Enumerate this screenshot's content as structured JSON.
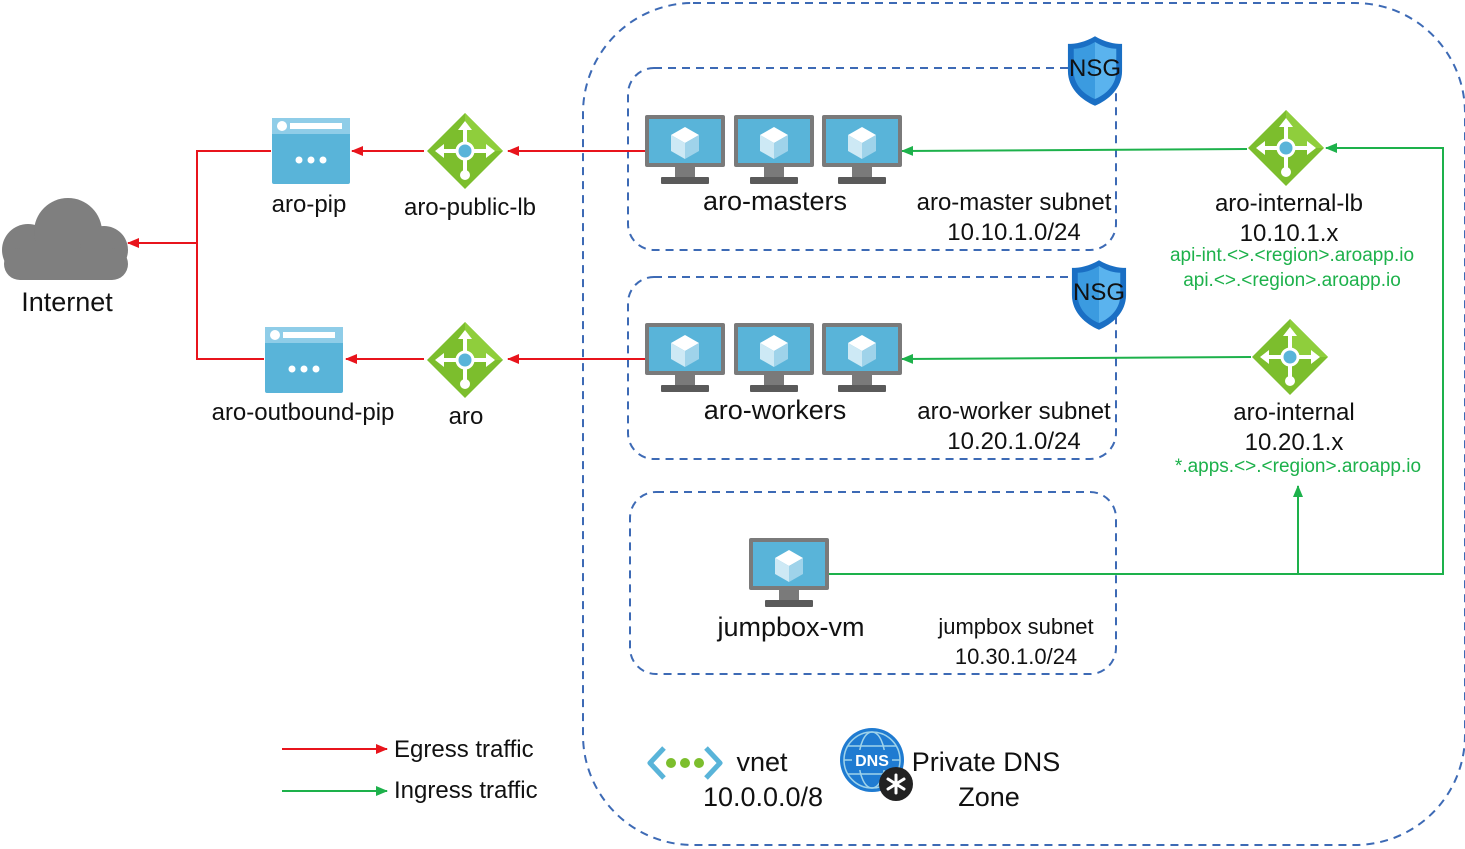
{
  "internet": {
    "label": "Internet"
  },
  "pips": [
    {
      "label": "aro-pip"
    },
    {
      "label": "aro-outbound-pip"
    }
  ],
  "public_lbs": [
    {
      "label": "aro-public-lb"
    },
    {
      "label": "aro"
    }
  ],
  "nsg_label": "NSG",
  "subnets": {
    "master": {
      "pool_label": "aro-masters",
      "name": "aro-master subnet",
      "cidr": "10.10.1.0/24"
    },
    "worker": {
      "pool_label": "aro-workers",
      "name": "aro-worker subnet",
      "cidr": "10.20.1.0/24"
    },
    "jumpbox": {
      "vm_label": "jumpbox-vm",
      "name": "jumpbox subnet",
      "cidr": "10.30.1.0/24"
    }
  },
  "internal_lbs": [
    {
      "label": "aro-internal-lb",
      "ip": "10.10.1.x",
      "dns": [
        "api-int.<>.<region>.aroapp.io",
        "api.<>.<region>.aroapp.io"
      ]
    },
    {
      "label": "aro-internal",
      "ip": "10.20.1.x",
      "dns": [
        "*.apps.<>.<region>.aroapp.io"
      ]
    }
  ],
  "vnet": {
    "label": "vnet",
    "cidr": "10.0.0.0/8"
  },
  "private_dns": {
    "line1": "Private DNS",
    "line2": "Zone"
  },
  "legend": [
    {
      "label": "Egress traffic",
      "color": "#e8141c"
    },
    {
      "label": "Ingress traffic",
      "color": "#1db14b"
    }
  ],
  "colors": {
    "egress": "#e8141c",
    "ingress": "#1db14b",
    "boundary": "#3d6ab5",
    "vm_screen": "#59b4d9",
    "lb_green": "#7cbe2d",
    "cloud": "#7f7f7f"
  }
}
